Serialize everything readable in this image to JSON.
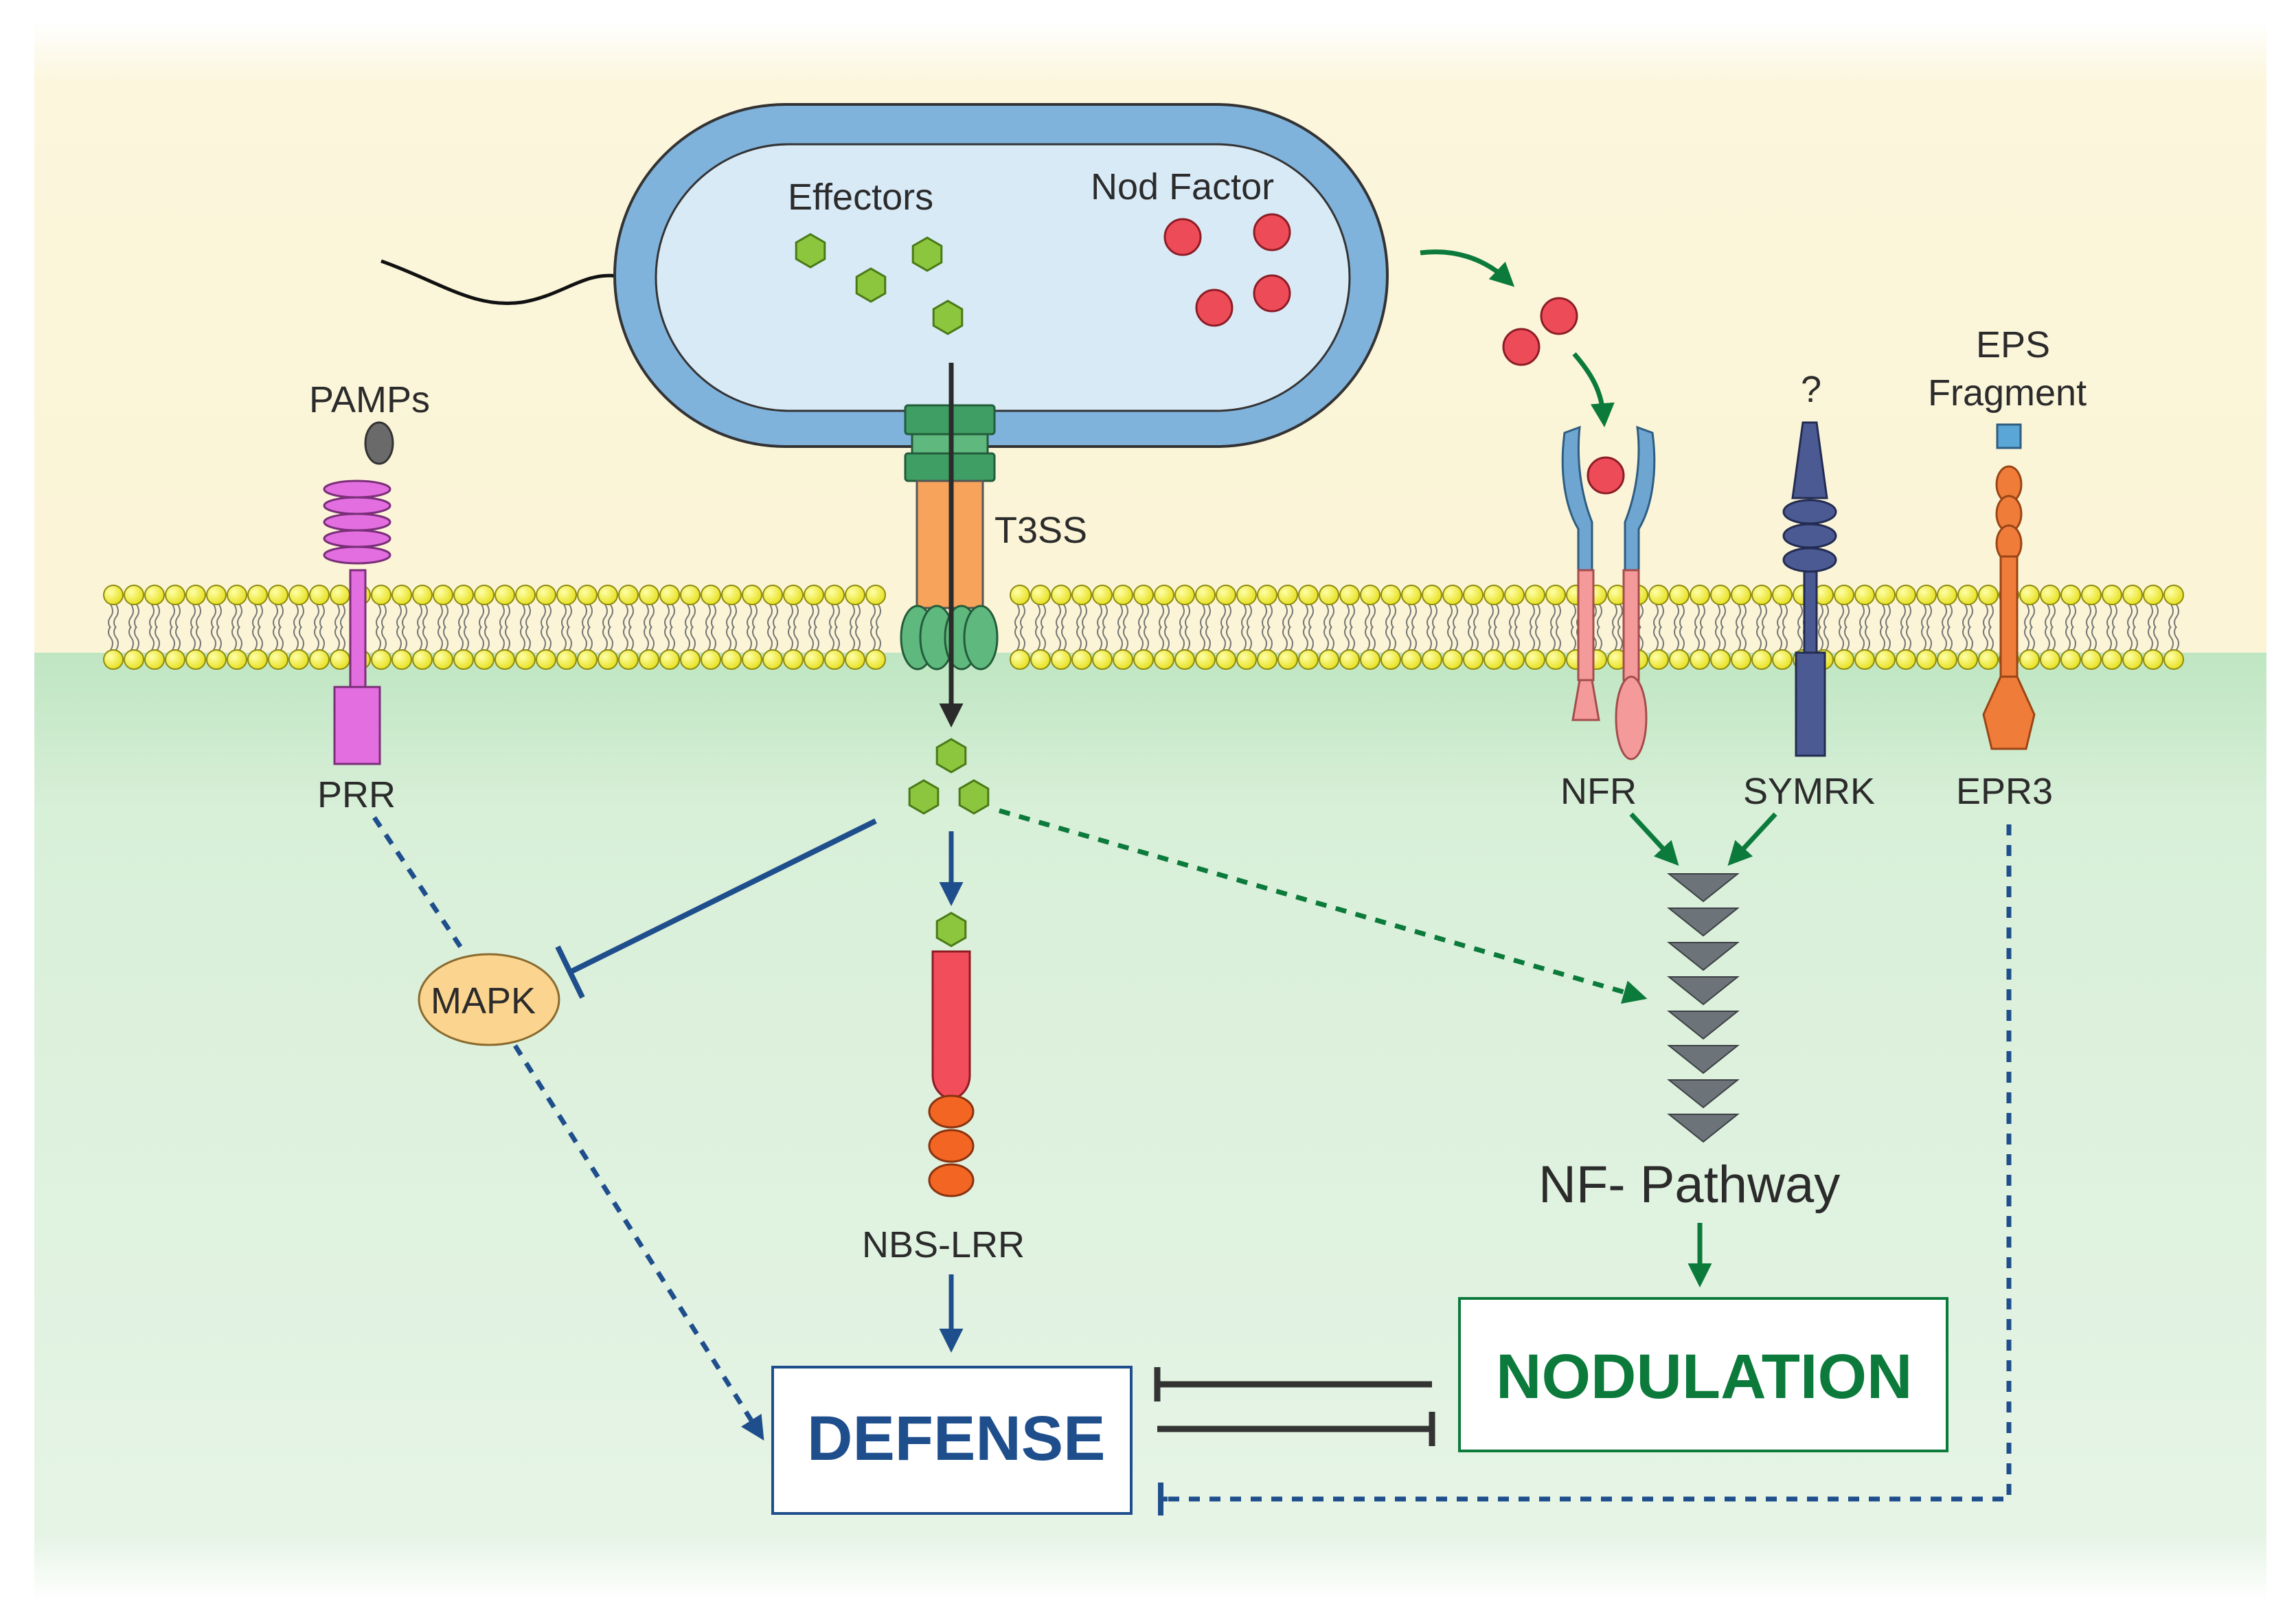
{
  "labels": {
    "effectors": "Effectors",
    "nod_factor": "Nod Factor",
    "pamps": "PAMPs",
    "t3ss": "T3SS",
    "question": "?",
    "eps_line1": "EPS",
    "eps_line2": "Fragment",
    "prr": "PRR",
    "nfr": "NFR",
    "symrk": "SYMRK",
    "epr3": "EPR3",
    "mapk": "MAPK",
    "nbs_lrr": "NBS-LRR",
    "nf_pathway": "NF- Pathway",
    "defense": "DEFENSE",
    "nodulation": "NODULATION"
  },
  "colors": {
    "outside": "#fbf6dc",
    "inside": "#e3f3e3",
    "membrane_head": "#f3f03a",
    "bacterium_wall": "#80b3dc",
    "bacterium_inner": "#d9eaf7",
    "effector": "#8cc63f",
    "nod_factor": "#ee4b58",
    "prr": "#e36ee0",
    "t3ss_green": "#3f9e63",
    "t3ss_orange": "#f7a35c",
    "nfr_blue": "#6ea6d1",
    "nfr_pink": "#f59a9a",
    "symrk": "#4b5a93",
    "epr3": "#f07c3a",
    "nbs_red": "#f24d5a",
    "nbs_orange": "#f26522",
    "mapk": "#fbd58f",
    "pathway_grey": "#6d7479",
    "defense_blue": "#1f4e8c",
    "nodulation_green": "#0b7a3b",
    "dark_arrow": "#333333"
  }
}
